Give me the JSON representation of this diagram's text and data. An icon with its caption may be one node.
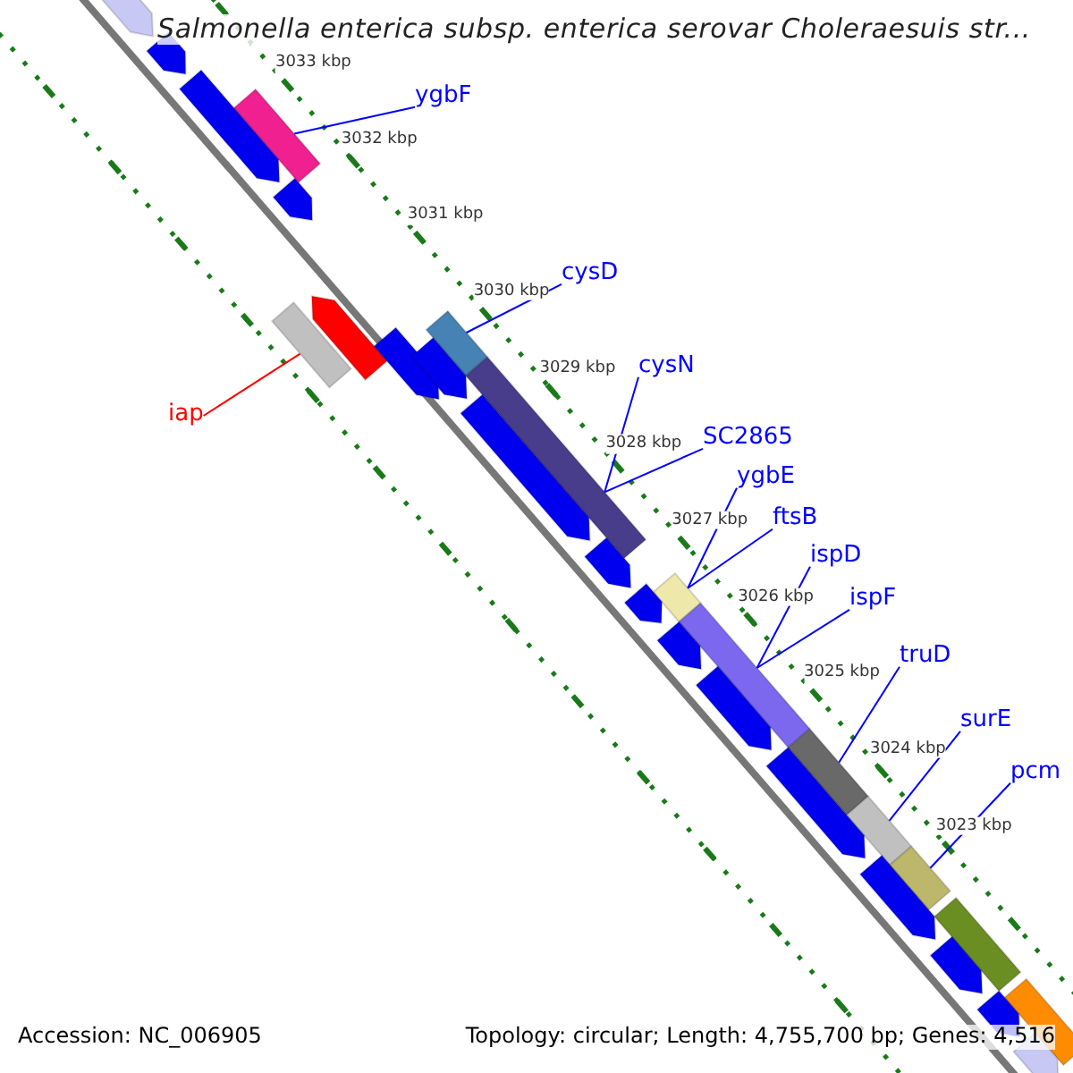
{
  "diagram": {
    "title": "Salmonella enterica subsp. enterica serovar Choleraesuis str...",
    "nodes": [
      {
        "text": [
          "ygbF"
        ]
      },
      {
        "text": [
          "cysD"
        ]
      },
      {
        "text": [
          "cysN"
        ]
      },
      {
        "text": [
          "SC2865"
        ]
      },
      {
        "text": [
          "ygbE"
        ]
      },
      {
        "text": [
          "ftsB"
        ]
      },
      {
        "text": [
          "ispD"
        ]
      },
      {
        "text": [
          "ispF"
        ]
      },
      {
        "text": [
          "truD"
        ]
      },
      {
        "text": [
          "surE"
        ]
      },
      {
        "text": [
          "pcm"
        ]
      },
      {
        "text": [
          "iap"
        ]
      },
      {
        "text": [],
        "shape": "bar"
      },
      {
        "text": [],
        "shape": "bar"
      },
      {
        "text": [],
        "shape": "bar"
      },
      {
        "text": [],
        "shape": "bar"
      },
      {
        "text": [],
        "shape": "bar"
      },
      {
        "text": [],
        "shape": "bar"
      },
      {
        "text": [],
        "shape": "bar"
      },
      {
        "text": [],
        "shape": "bar"
      },
      {
        "text": [],
        "shape": "bar"
      },
      {
        "text": [],
        "shape": "bar"
      },
      {
        "text": [],
        "shape": "bar"
      },
      {
        "text": [],
        "shape": "bar"
      },
      {
        "text": [],
        "shape": "bar"
      },
      {
        "text": [],
        "shape": "bar"
      },
      {
        "text": [],
        "shape": "bar"
      },
      {
        "text": [],
        "shape": "bar"
      },
      {
        "text": [],
        "shape": "bar"
      },
      {
        "text": [],
        "shape": "bar"
      },
      {
        "text": [],
        "shape": "bar"
      },
      {
        "text": [],
        "shape": "bar"
      },
      {
        "text": [],
        "shape": "bar"
      },
      {
        "text": [],
        "shape": "bar"
      },
      {
        "text": [],
        "shape": "bar"
      },
      {
        "text": [],
        "shape": "bar"
      },
      {
        "text": [],
        "shape": "bar"
      },
      {
        "text": [],
        "shape": "bar"
      },
      {
        "text": [],
        "shape": "bar"
      },
      {
        "text": [],
        "shape": "bar"
      }
    ],
    "edges": [
      {
        "from": 0,
        "to": 12,
        "arrow": "none"
      },
      {
        "from": 1,
        "to": 13,
        "arrow": "none"
      },
      {
        "from": 2,
        "to": 14,
        "arrow": "none"
      },
      {
        "from": 3,
        "to": 14,
        "arrow": "none"
      },
      {
        "from": 4,
        "to": 15,
        "arrow": "none"
      },
      {
        "from": 5,
        "to": 15,
        "arrow": "none"
      },
      {
        "from": 6,
        "to": 16,
        "arrow": "none"
      },
      {
        "from": 7,
        "to": 16,
        "arrow": "none"
      },
      {
        "from": 8,
        "to": 17,
        "arrow": "none"
      },
      {
        "from": 9,
        "to": 18,
        "arrow": "none"
      },
      {
        "from": 10,
        "to": 19,
        "arrow": "none"
      },
      {
        "from": 11,
        "to": 20,
        "arrow": "none",
        "color": "#ff0000"
      }
    ],
    "labels": [
      "3033 kbp",
      "3032 kbp",
      "3031 kbp",
      "3030 kbp",
      "3029 kbp",
      "3028 kbp",
      "3027 kbp",
      "3026 kbp",
      "3025 kbp",
      "3024 kbp",
      "3023 kbp",
      "Accession: NC_006905",
      "Topology: circular; Length: 4,755,700 bp; Genes: 4,516"
    ]
  }
}
